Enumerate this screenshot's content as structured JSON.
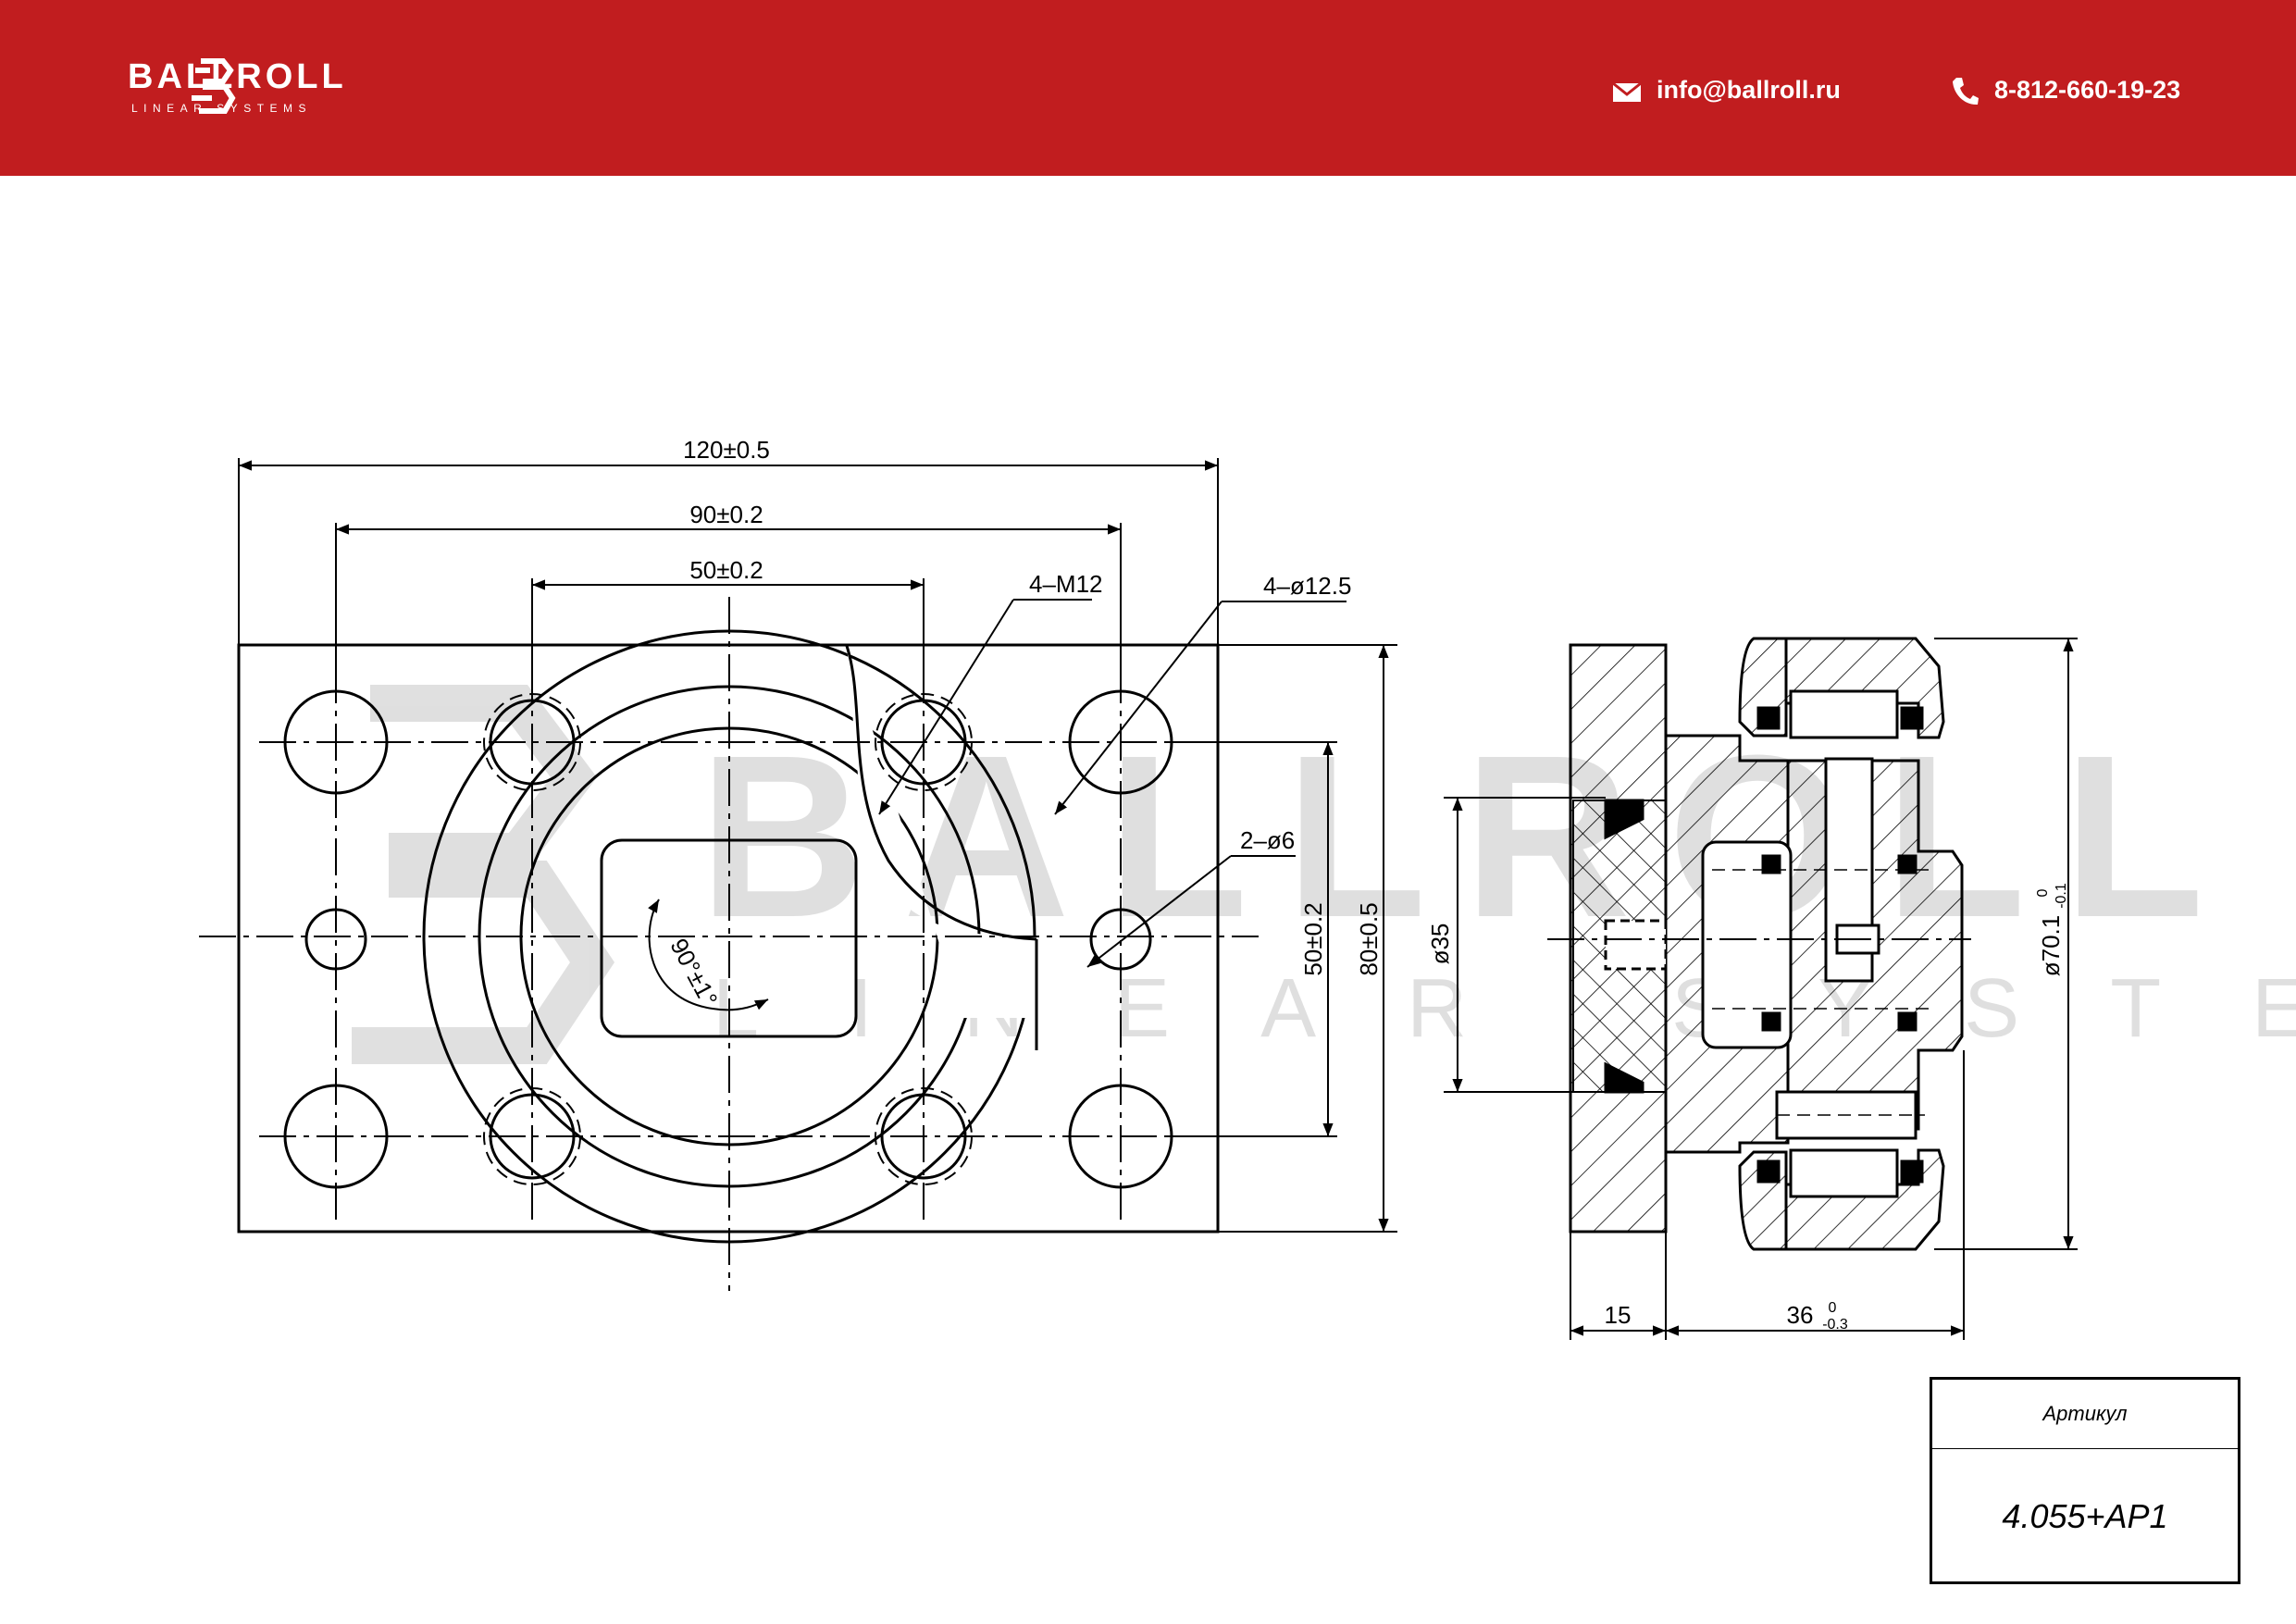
{
  "header": {
    "brand": "BALLROLL",
    "tagline": "LINEAR SYSTEMS",
    "email": "info@ballroll.ru",
    "phone": "8-812-660-19-23",
    "background_color": "#c11d1f"
  },
  "watermark": {
    "brand": "BALLROLL",
    "tagline": "LINEAR SYSTEMS"
  },
  "dimensions": {
    "width_overall": "120±0.5",
    "hole_span_outer": "90±0.2",
    "hole_span_inner": "50±0.2",
    "thread_holes": "4–M12",
    "through_holes": "4–ø12.5",
    "pin_holes": "2–ø6",
    "height_inner": "50±0.2",
    "height_overall": "80±0.5",
    "angle": "90°±1°",
    "bore_diameter": "ø35",
    "outer_diameter": "ø70.1",
    "outer_diameter_tol_upper": "0",
    "outer_diameter_tol_lower": "-0.1",
    "flange_thickness": "15",
    "length": "36",
    "length_tol_upper": "0",
    "length_tol_lower": "-0.3"
  },
  "title_block": {
    "label": "Артикул",
    "part_number": "4.055+AP1"
  }
}
